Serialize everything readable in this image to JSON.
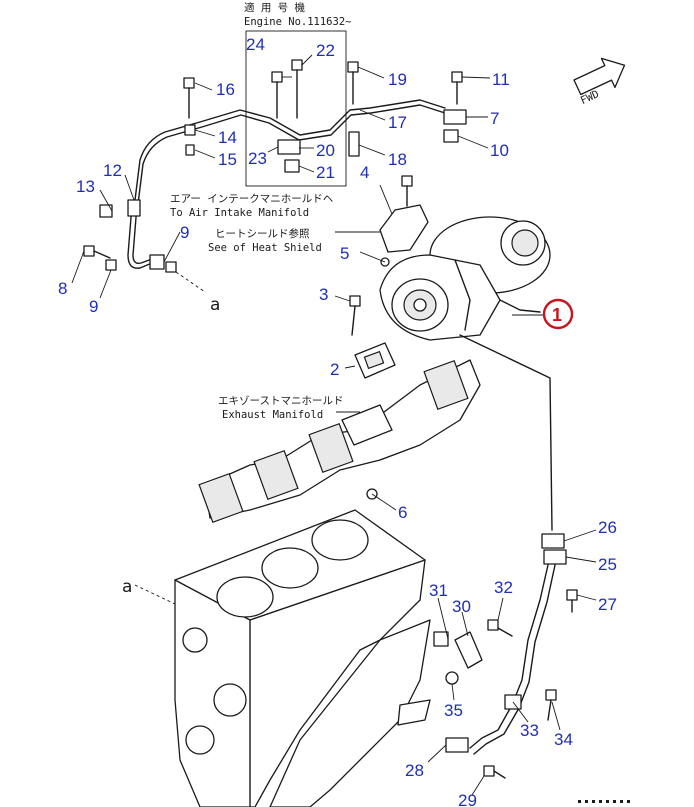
{
  "header": {
    "jp": "適 用 号 機",
    "en": "Engine No.111632~"
  },
  "notes": {
    "air_jp": "エアー インテークマニホールドヘ",
    "air_en": "To Air Intake Manifold",
    "heat_jp": "ヒートシールド参照",
    "heat_en": "See of Heat Shield",
    "exh_jp": "エキゾーストマニホールド",
    "exh_en": "Exhaust Manifold"
  },
  "fwd": "FWD",
  "ref_a": "a",
  "highlight": "1",
  "callouts": [
    "2",
    "3",
    "4",
    "5",
    "6",
    "7",
    "8",
    "9",
    "9",
    "10",
    "11",
    "12",
    "13",
    "14",
    "15",
    "16",
    "17",
    "18",
    "19",
    "20",
    "21",
    "22",
    "23",
    "24",
    "25",
    "26",
    "27",
    "28",
    "29",
    "30",
    "31",
    "32",
    "33",
    "34",
    "35"
  ],
  "colors": {
    "callout": "#1f2fb5",
    "highlight": "#c8141a",
    "lines": "#1a1a1a"
  }
}
